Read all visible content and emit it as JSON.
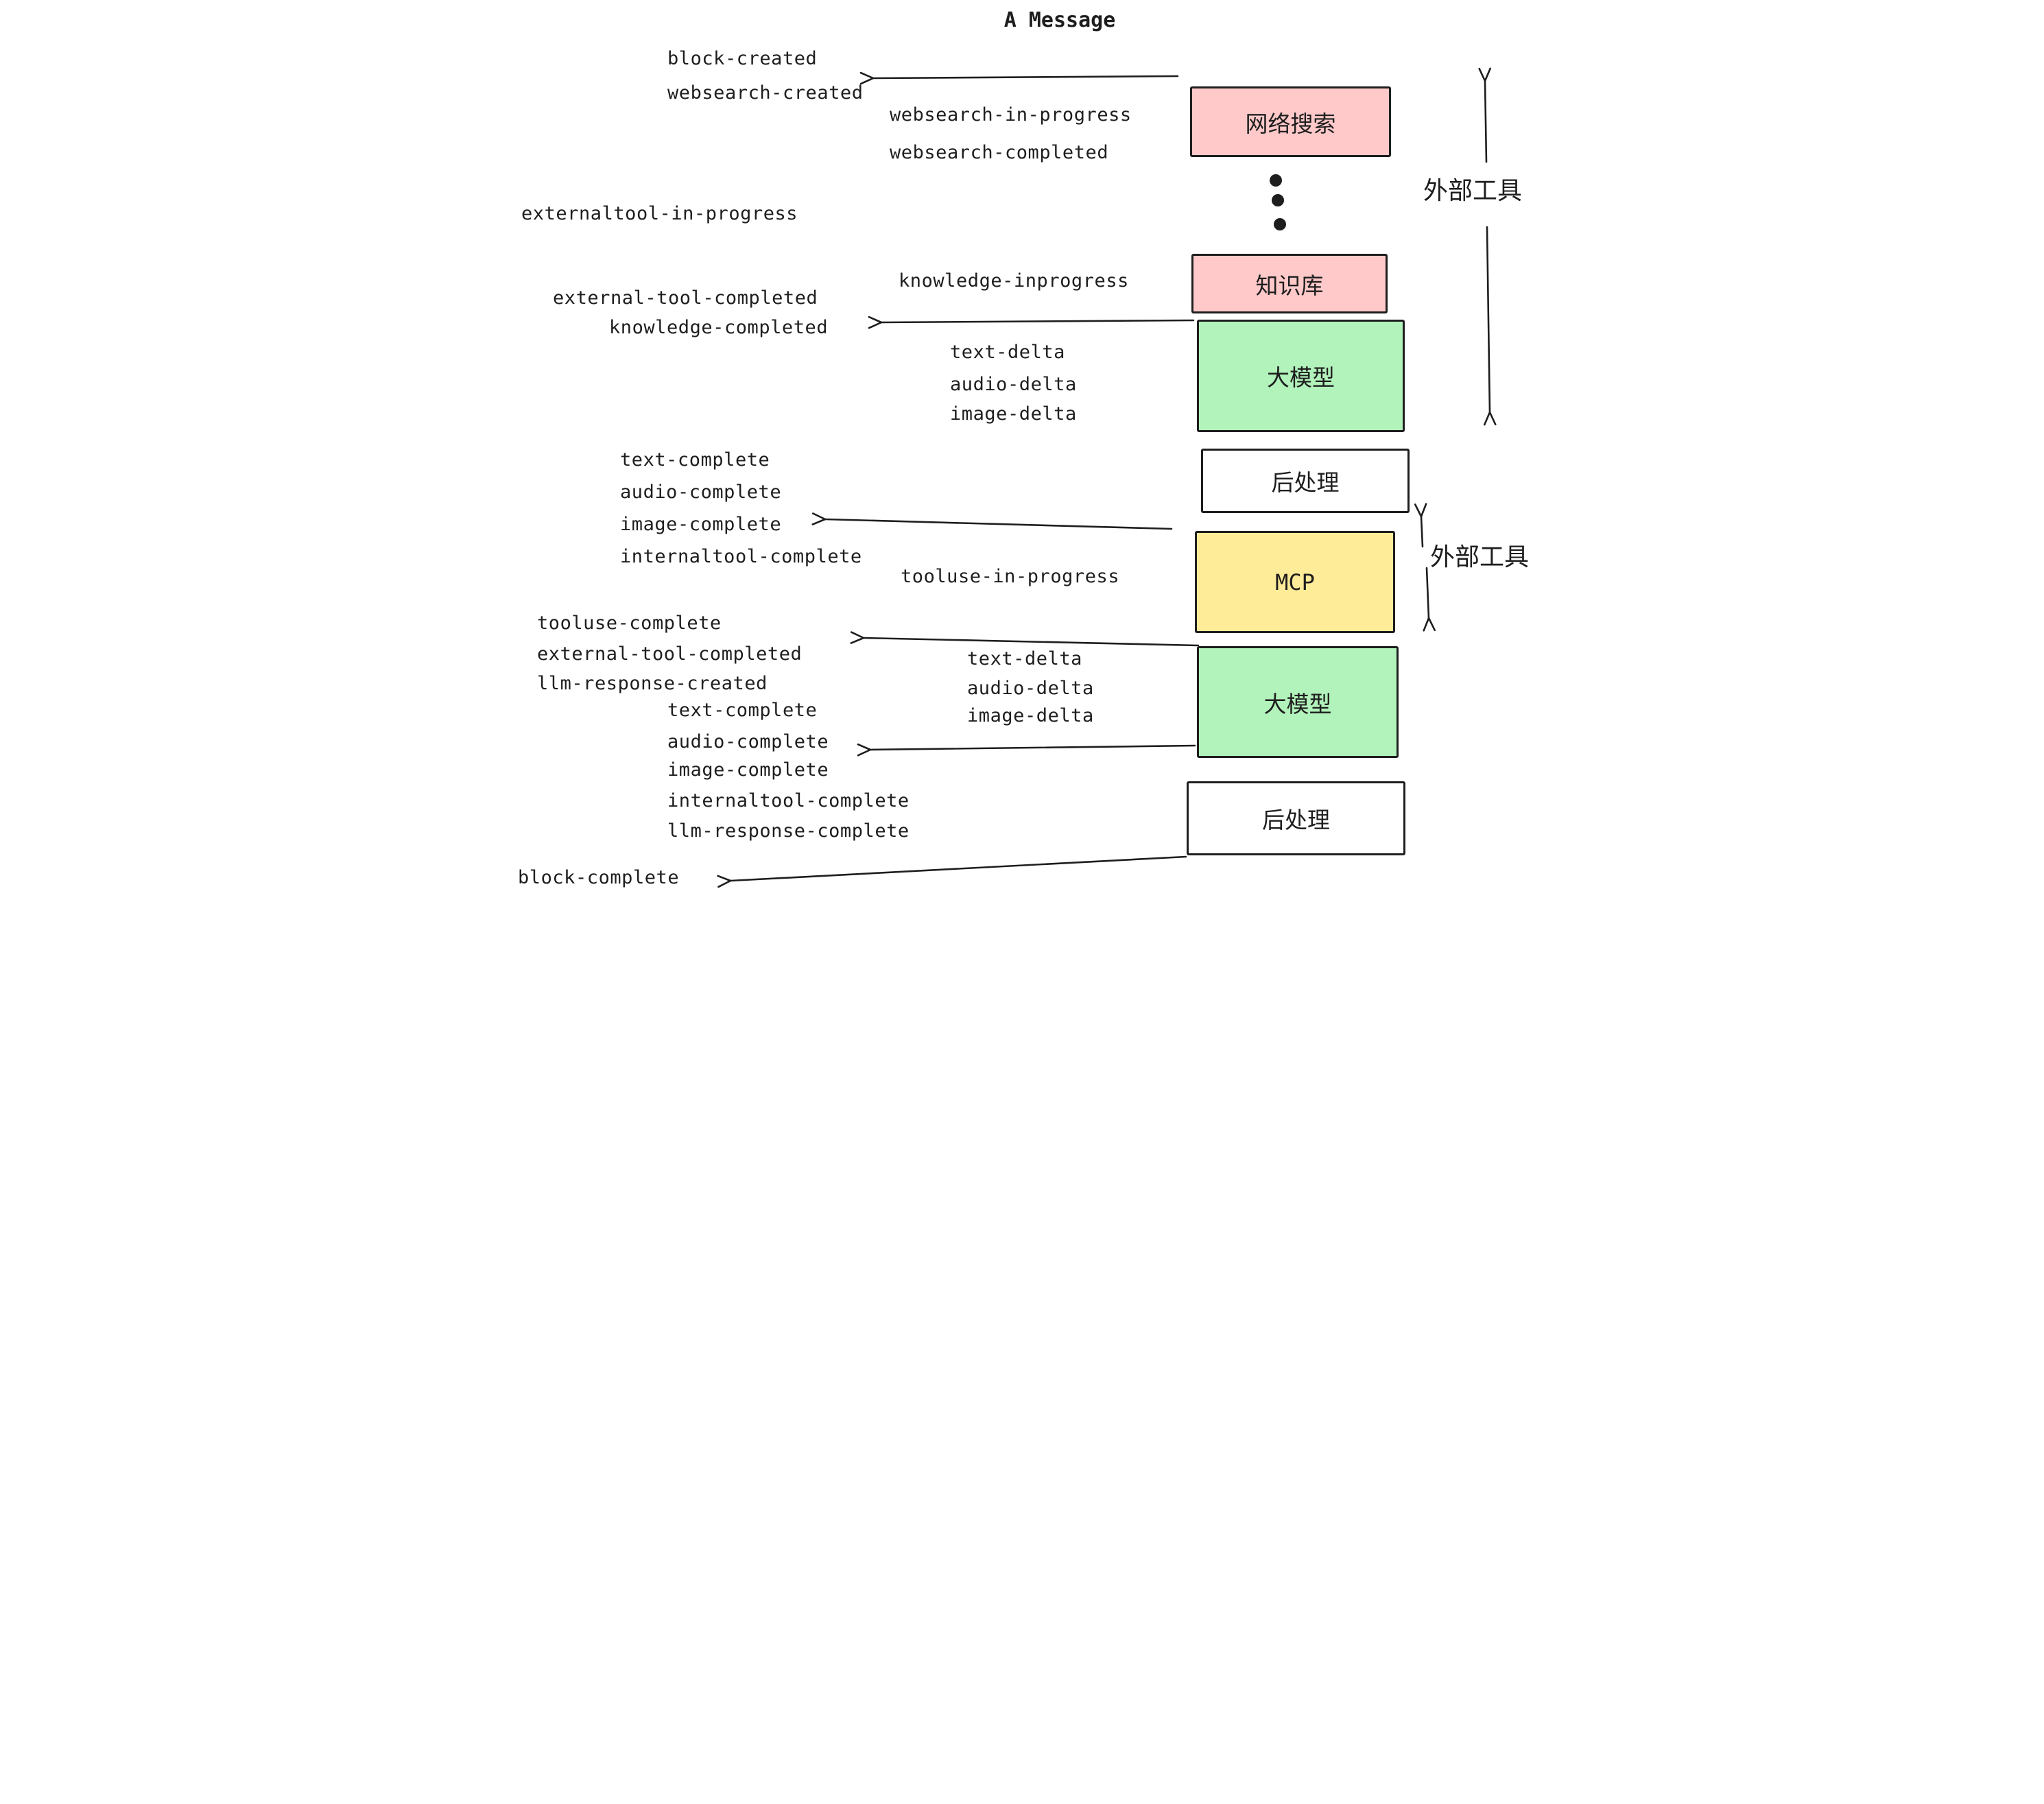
{
  "title": "A Message",
  "events": {
    "block_created": "block-created",
    "websearch_created": "websearch-created",
    "websearch_in_progress": "websearch-in-progress",
    "websearch_completed": "websearch-completed",
    "externaltool_in_progress": "externaltool-in-progress",
    "knowledge_inprogress": "knowledge-inprogress",
    "external_tool_completed_1": "external-tool-completed",
    "knowledge_completed": "knowledge-completed",
    "text_delta_1": "text-delta",
    "audio_delta_1": "audio-delta",
    "image_delta_1": "image-delta",
    "text_complete_1": "text-complete",
    "audio_complete_1": "audio-complete",
    "image_complete_1": "image-complete",
    "internaltool_complete_1": "internaltool-complete",
    "tooluse_in_progress": "tooluse-in-progress",
    "tooluse_complete": "tooluse-complete",
    "external_tool_completed_2": "external-tool-completed",
    "llm_response_created": "llm-response-created",
    "text_delta_2": "text-delta",
    "audio_delta_2": "audio-delta",
    "image_delta_2": "image-delta",
    "text_complete_2": "text-complete",
    "audio_complete_2": "audio-complete",
    "image_complete_2": "image-complete",
    "internaltool_complete_2": "internaltool-complete",
    "llm_response_complete": "llm-response-complete",
    "block_complete": "block-complete"
  },
  "boxes": {
    "websearch": "网络搜索",
    "knowledge": "知识库",
    "llm1": "大模型",
    "postprocess1": "后处理",
    "mcp": "MCP",
    "llm2": "大模型",
    "postprocess2": "后处理"
  },
  "side_labels": {
    "external_tools_top": "外部工具",
    "external_tools_bottom": "外部工具"
  },
  "colors": {
    "pink": "#ffc9c9",
    "green": "#b2f2bb",
    "yellow": "#ffec99",
    "ink": "#1e1e1e",
    "background": "#ffffff"
  }
}
